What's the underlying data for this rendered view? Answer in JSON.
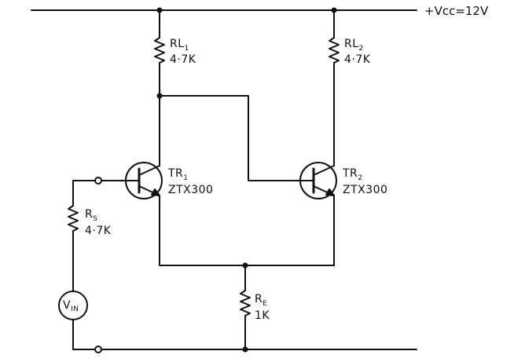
{
  "supply": {
    "label": "+Vcc=12V"
  },
  "resistors": {
    "rl1": {
      "name": "RL",
      "sub": "1",
      "value": "4·7K"
    },
    "rl2": {
      "name": "RL",
      "sub": "2",
      "value": "4·7K"
    },
    "rs": {
      "name": "R",
      "sub": "S",
      "value": "4·7K"
    },
    "re": {
      "name": "R",
      "sub": "E",
      "value": "1K"
    }
  },
  "transistors": {
    "tr1": {
      "name": "TR",
      "sub": "1",
      "part": "ZTX300"
    },
    "tr2": {
      "name": "TR",
      "sub": "2",
      "part": "ZTX300"
    }
  },
  "source": {
    "name": "V",
    "sub": "IN"
  }
}
